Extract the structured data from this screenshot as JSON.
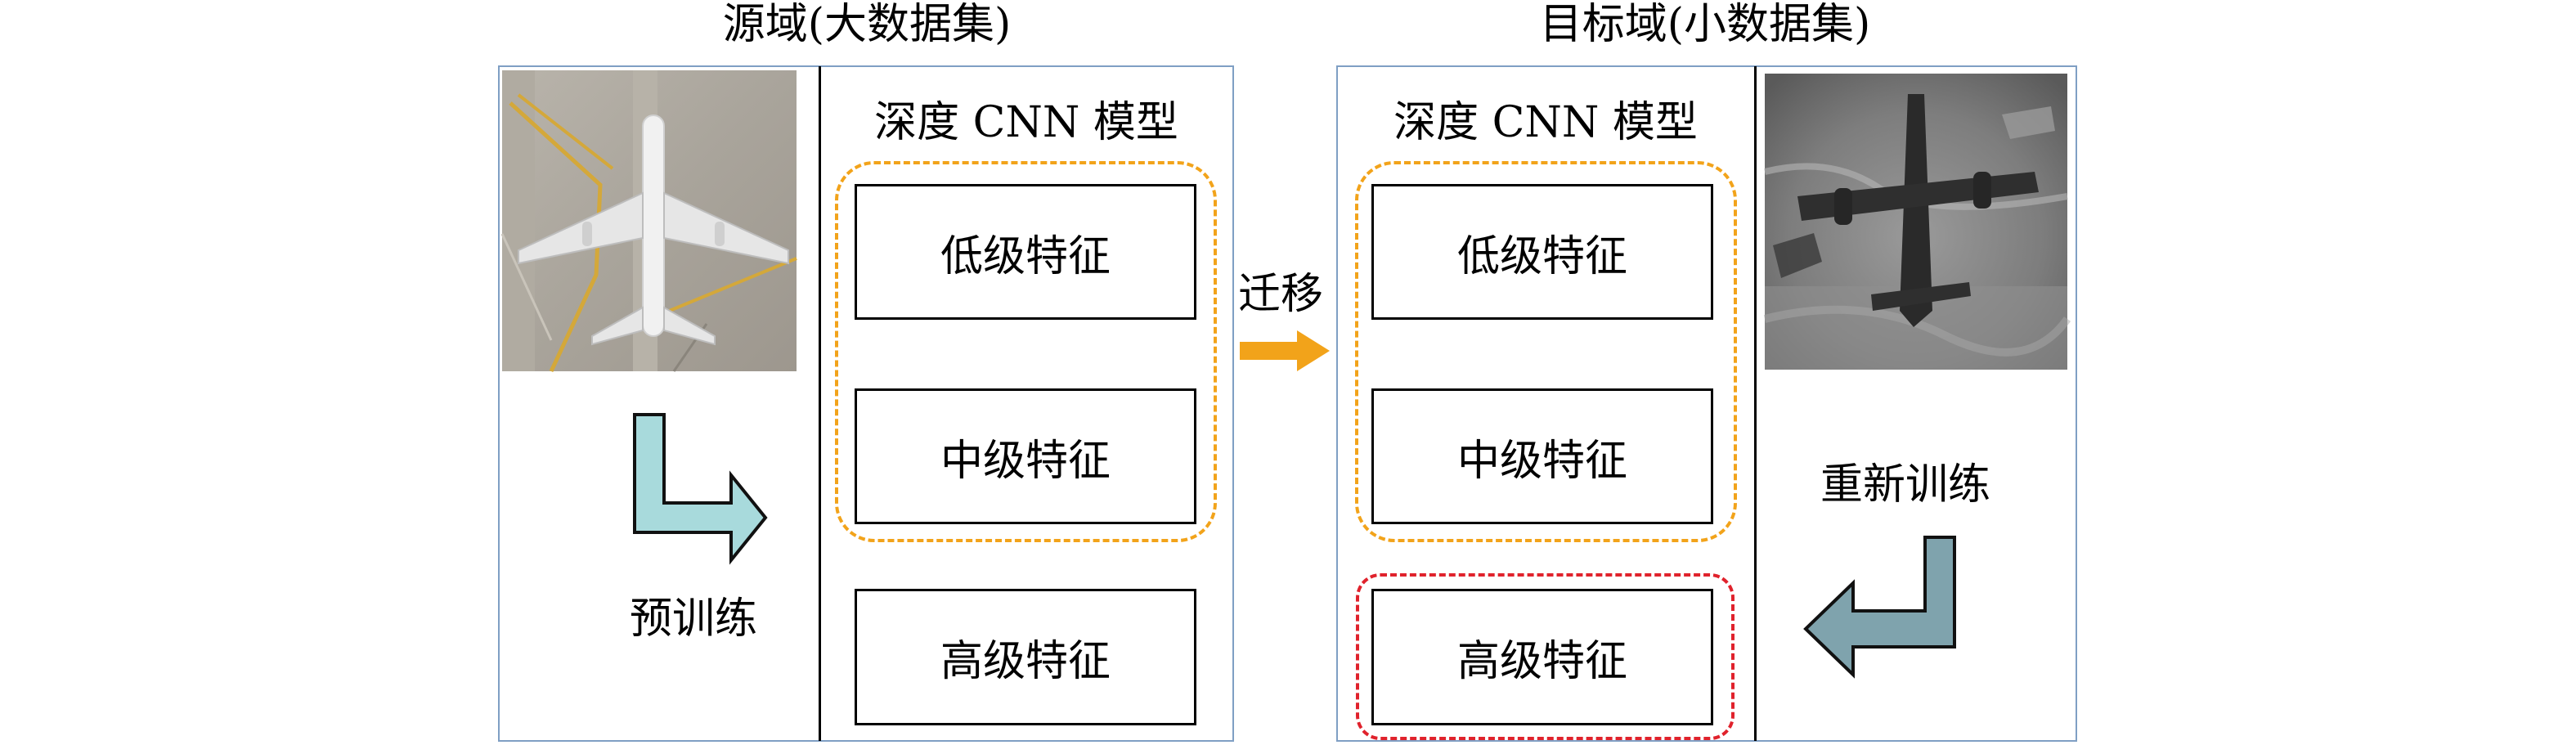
{
  "source": {
    "title": "源域(大数据集)",
    "model_label": "深度 CNN 模型",
    "features": [
      "低级特征",
      "中级特征",
      "高级特征"
    ],
    "action_label": "预训练",
    "photo": "airplane-top-view-photo"
  },
  "transfer": {
    "label": "迁移",
    "arrow_color": "#f2a31a"
  },
  "target": {
    "title": "目标域(小数据集)",
    "model_label": "深度 CNN 模型",
    "features": [
      "低级特征",
      "中级特征",
      "高级特征"
    ],
    "action_label": "重新训练",
    "photo": "aircraft-grayscale-photo"
  },
  "colors": {
    "panel_border": "#7f9fc4",
    "dash_orange": "#f2a31a",
    "dash_red": "#e0222c",
    "source_arrow": "#a8dadc",
    "target_arrow": "#7fa3ad"
  }
}
